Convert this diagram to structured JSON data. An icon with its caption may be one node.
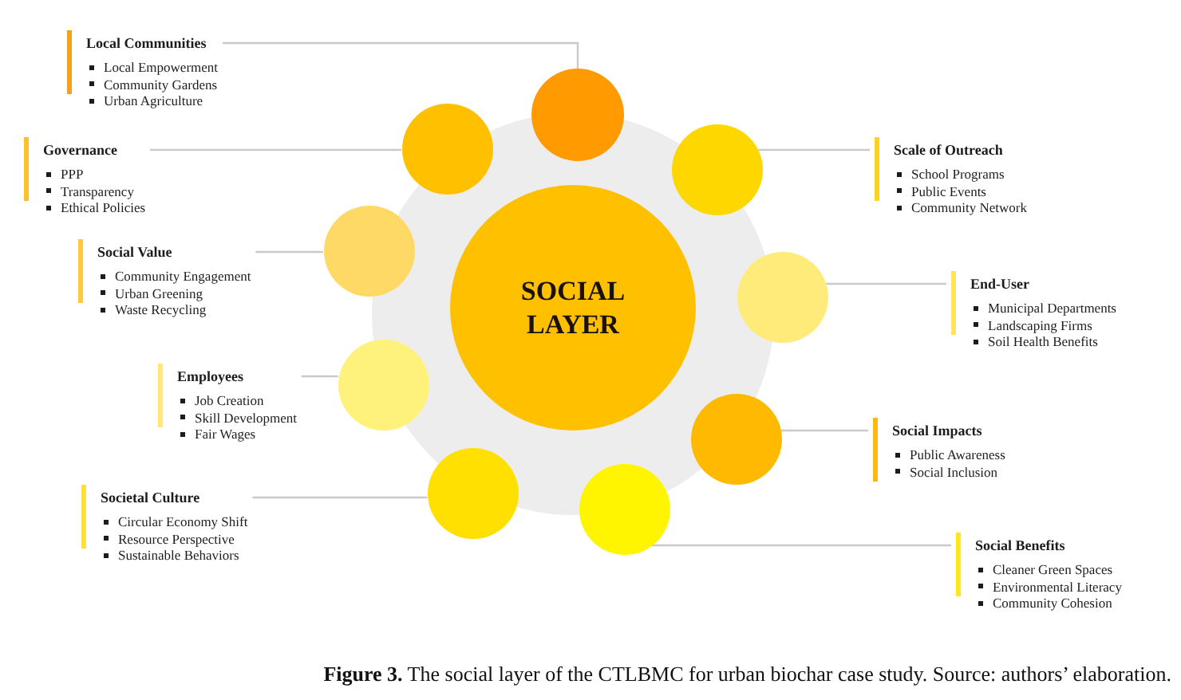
{
  "diagram": {
    "caption": "**Figure 3.** The social layer of the CTLBMC for urban biochar case study. Source: authors’ elaboration.",
    "nodes": [
      {
        "text": [
          "SOCIAL LAYER"
        ]
      },
      {
        "text": [
          "Local Communities",
          "Local Empowerment",
          "Community Gardens",
          "Urban Agriculture"
        ]
      },
      {
        "text": [
          "Governance",
          "PPP",
          "Transparency",
          "Ethical Policies"
        ]
      },
      {
        "text": [
          "Scale of Outreach",
          "School Programs",
          "Public Events",
          "Community Network"
        ]
      },
      {
        "text": [
          "Social Value",
          "Community Engagement",
          "Urban Greening",
          "Waste Recycling"
        ]
      },
      {
        "text": [
          "End-User",
          "Municipal Departments",
          "Landscaping Firms",
          "Soil Health Benefits"
        ]
      },
      {
        "text": [
          "Employees",
          "Job Creation",
          "Skill Development",
          "Fair Wages"
        ]
      },
      {
        "text": [
          "Social Impacts",
          "Public Awareness",
          "Social Inclusion"
        ]
      },
      {
        "text": [
          "Societal Culture",
          "Circular Economy Shift",
          "Resource Perspective",
          "Sustainable Behaviors"
        ]
      },
      {
        "text": [
          "Social Benefits",
          "Cleaner Green Spaces",
          "Environmental Literacy",
          "Community Cohesion"
        ]
      },
      {
        "text": [],
        "shape": "circle"
      },
      {
        "text": [],
        "shape": "circle"
      },
      {
        "text": [],
        "shape": "circle"
      },
      {
        "text": [],
        "shape": "circle"
      },
      {
        "text": [],
        "shape": "circle"
      },
      {
        "text": [],
        "shape": "circle"
      },
      {
        "text": [],
        "shape": "circle"
      },
      {
        "text": [],
        "shape": "circle"
      },
      {
        "text": [],
        "shape": "circle"
      }
    ],
    "edges": [
      {
        "from": 1,
        "to": 10,
        "arrow": "none"
      },
      {
        "from": 2,
        "to": 11,
        "arrow": "none"
      },
      {
        "from": 3,
        "to": 12,
        "arrow": "none"
      },
      {
        "from": 4,
        "to": 13,
        "arrow": "none"
      },
      {
        "from": 5,
        "to": 14,
        "arrow": "none"
      },
      {
        "from": 6,
        "to": 15,
        "arrow": "none"
      },
      {
        "from": 7,
        "to": 16,
        "arrow": "none"
      },
      {
        "from": 8,
        "to": 17,
        "arrow": "none"
      },
      {
        "from": 9,
        "to": 18,
        "arrow": "none"
      }
    ]
  }
}
